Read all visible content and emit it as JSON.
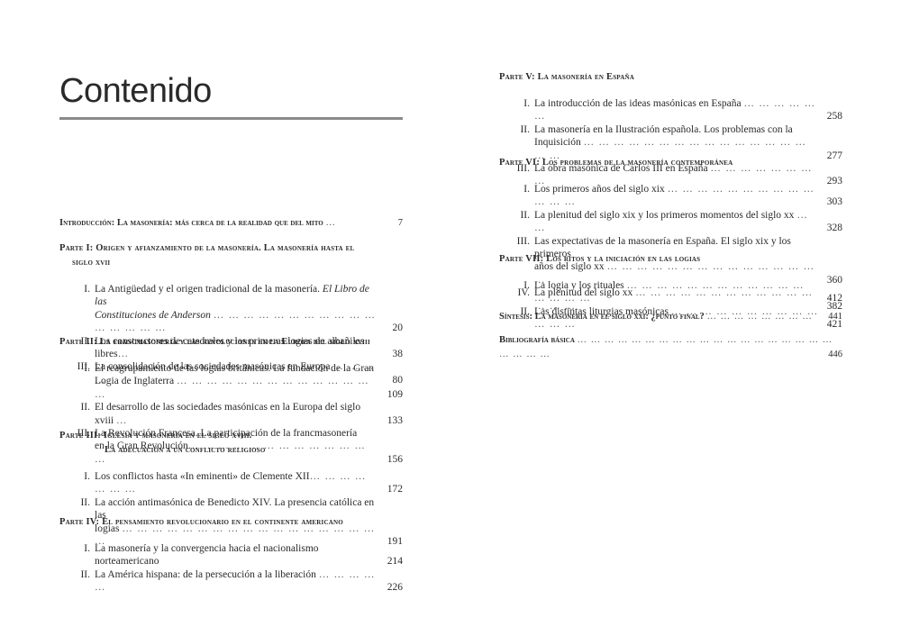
{
  "title": "Contenido",
  "intro": {
    "label": "Introducción: La masonería: más cerca de la realidad que del mito",
    "dots": "…",
    "page": "7"
  },
  "parts": [
    {
      "heading_a": "Parte I: Origen y afianzamiento de la masonería. La masonería hasta el",
      "heading_b": "siglo xvii",
      "entries": [
        {
          "num": "I.",
          "line1": "La Antigüedad y el origen tradicional de la masonería.",
          "italic1": "El Libro de las",
          "italic2": "Constituciones de Anderson",
          "dots": "… … … … … … … … … … … … … … … …",
          "page": "20"
        },
        {
          "num": "II.",
          "text": "Los constructores de catedrales y las primeras logias de albañiles libres",
          "dots": "…",
          "page": "38"
        },
        {
          "num": "III.",
          "text": "La consolidación de las sociedades masónicas en Europa",
          "dots": "… … … …",
          "page": "80"
        }
      ]
    },
    {
      "heading_a": "Parte II: La francmasonería y las revoluciones en la Europa del siglo xviii",
      "entries": [
        {
          "num": "I.",
          "line1": "El reagrupamiento de las logias británicas. La fundación de la Gran",
          "line2": "Logia de Inglaterra",
          "dots": "… … … … … … … … … … … … … …",
          "page": "109"
        },
        {
          "num": "II.",
          "text": "El desarrollo de las sociedades masónicas en la Europa del siglo xviii",
          "dots": "…",
          "page": "133"
        },
        {
          "num": "III.",
          "line1": "La Revolución Francesa. La participación de la francmasonería",
          "line2": "en la Gran Revolución",
          "dots": "… … … … … … … … … … … … …",
          "page": "156"
        }
      ]
    },
    {
      "heading_a": "Parte III: Iglesia y masonería en el siglo xviii.",
      "heading_b": "La adecuación a un conflicto religioso",
      "entries": [
        {
          "num": "I.",
          "text": "Los conflictos hasta «In eminenti» de Clemente XII",
          "dots": "… … … … … … …",
          "page": "172"
        },
        {
          "num": "II.",
          "line1": "La acción antimasónica de Benedicto XIV. La presencia católica en las",
          "line2": "logias",
          "dots": "… … … … … … … … … … … … … … … … … …",
          "page": "191"
        }
      ]
    },
    {
      "heading_a": "Parte IV: El pensamiento revolucionario en el continente americano",
      "entries": [
        {
          "num": "I.",
          "text": "La masonería y la convergencia hacia el nacionalismo norteamericano",
          "dots": "",
          "page": "214"
        },
        {
          "num": "II.",
          "text": "La América hispana: de la persecución a la liberación",
          "dots": "… … … … …",
          "page": "226"
        }
      ]
    },
    {
      "heading_a": "Parte V: La masonería en España",
      "entries": [
        {
          "num": "I.",
          "text": "La introducción de las ideas masónicas en España",
          "dots": "… … … … … …",
          "page": "258"
        },
        {
          "num": "II.",
          "line1": "La masonería en la Ilustración española. Los problemas con la",
          "line2": "Inquisición",
          "dots": "… … … … … … … … … … … … … … … … …",
          "page": "277"
        },
        {
          "num": "III.",
          "text": "La obra masónica de Carlos III en España",
          "dots": "… … … … … … … …",
          "page": "293"
        }
      ]
    },
    {
      "heading_a": "Parte VI: Los problemas de la masonería contemporánea",
      "entries": [
        {
          "num": "I.",
          "text": "Los primeros años del siglo xix",
          "dots": "… … … … … … … … … … … … …",
          "page": "303"
        },
        {
          "num": "II.",
          "text": "La plenitud del siglo xix y los primeros momentos del siglo xx",
          "dots": "… …",
          "page": "328"
        },
        {
          "num": "III.",
          "line1": "Las expectativas de la masonería en España. El siglo xix y los primeros",
          "line2": "años del siglo xx",
          "dots": "… … … … … … … … … … … … … … …",
          "page": "360"
        },
        {
          "num": "IV.",
          "text": "La plenitud del siglo xx",
          "dots": "… … … … … … … … … … … … … … …",
          "page": "382"
        }
      ]
    },
    {
      "heading_a": "Parte VII: Los ritos y la iniciación en las logias",
      "entries": [
        {
          "num": "I.",
          "text": "La logia y los rituales",
          "dots": "… … … … … … … … … … … … … … … …",
          "page": "412"
        },
        {
          "num": "II.",
          "text": "Las distintas liturgias masónicas",
          "dots": "… … … … … … … … … … … … …",
          "page": "421"
        }
      ]
    }
  ],
  "sintesis": {
    "label": "Síntesis: La masonería en el siglo xxi: ¿punto final?",
    "dots": "… … … … … … … …",
    "page": "441"
  },
  "bibliografia": {
    "label": "Bibliografía básica",
    "dots": "… … … … … … … … … … … … … … … … … … … … … … …",
    "page": "446"
  }
}
